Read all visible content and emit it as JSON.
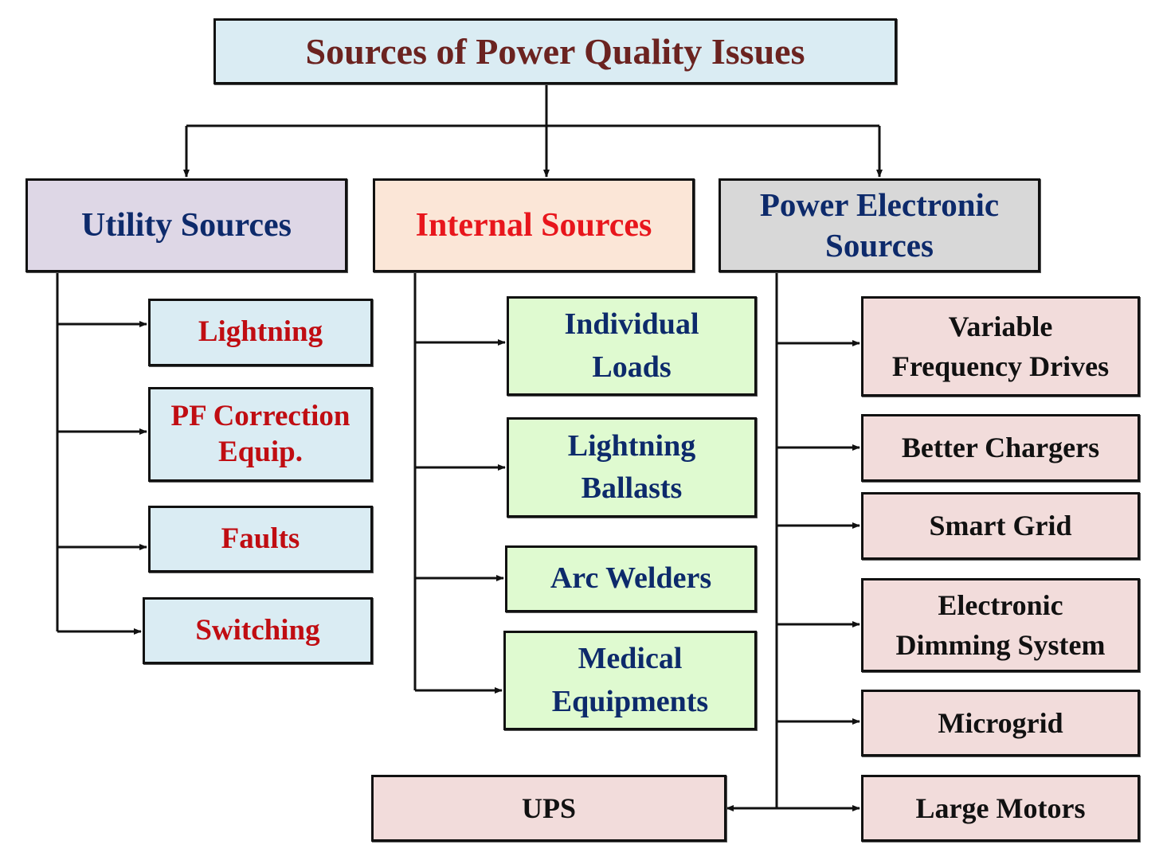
{
  "title": "Sources of Power Quality Issues",
  "categories": [
    {
      "label": "Utility Sources",
      "children": [
        "Lightning",
        "PF Correction\nEquip.",
        "Faults",
        "Switching"
      ]
    },
    {
      "label": "Internal Sources",
      "children": [
        "Individual\nLoads",
        "Lightning\nBallasts",
        "Arc Welders",
        "Medical\nEquipments"
      ]
    },
    {
      "label": "Power Electronic\nSources",
      "children": [
        "Variable\nFrequency Drives",
        "Better Chargers",
        "Smart Grid",
        "Electronic\nDimming System",
        "Microgrid",
        "Large Motors",
        "UPS"
      ]
    }
  ],
  "colors": {
    "root_fill": "#daecf3",
    "root_text": "#6b2320",
    "utility_fill": "#ded7e6",
    "internal_fill": "#fbe6d7",
    "power_fill": "#d8d8d8",
    "leaf_utility_fill": "#daecf3",
    "leaf_internal_fill": "#dffad0",
    "leaf_power_fill": "#f2dcdb",
    "navy_text": "#0d2a6b",
    "red_text": "#c00d12"
  }
}
